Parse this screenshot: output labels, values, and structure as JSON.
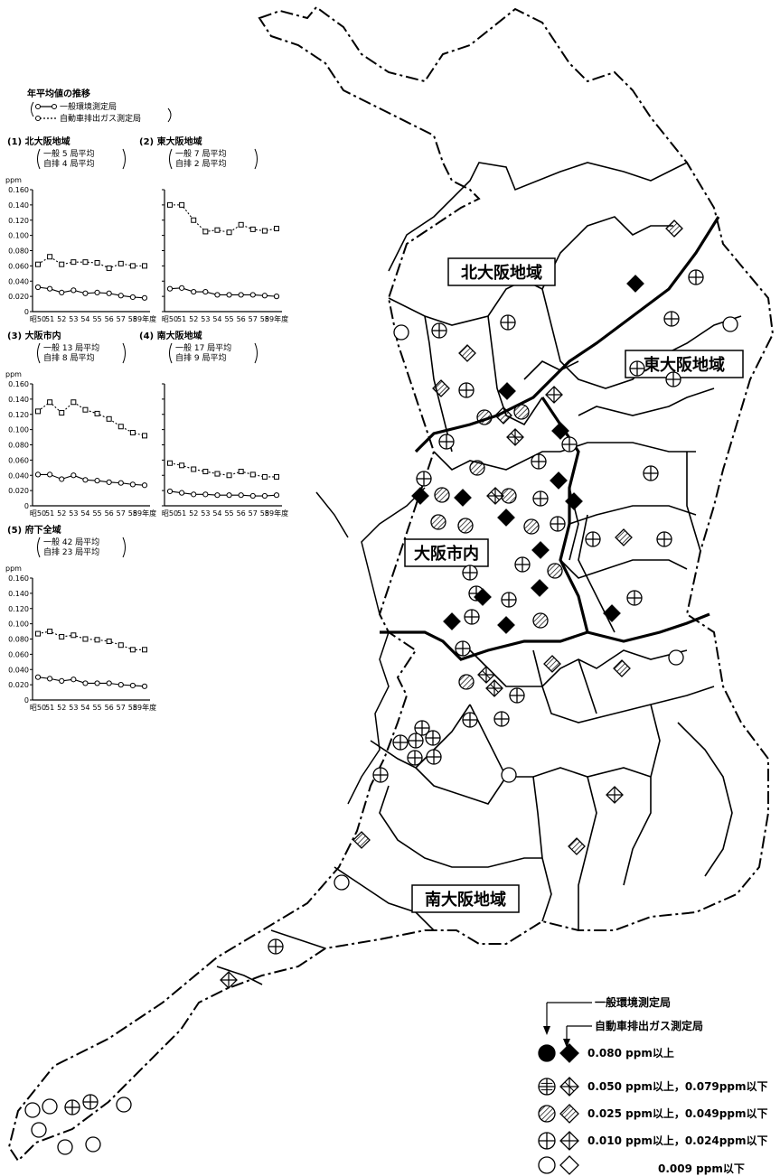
{
  "header": {
    "title": "年平均値の推移",
    "legend_general": "一般環境測定局",
    "legend_auto": "自動車排出ガス測定局"
  },
  "charts": {
    "unit": "ppm",
    "yticks": [
      "0.160",
      "0.140",
      "0.120",
      "0.100",
      "0.080",
      "0.060",
      "0.040",
      "0.020",
      "0"
    ],
    "xticks": [
      "昭50",
      "51",
      "52",
      "53",
      "54",
      "55",
      "56",
      "57",
      "58",
      "59年度"
    ]
  },
  "chart_data": [
    {
      "type": "line",
      "index": "(1)",
      "title": "北大阪地域",
      "note_line1": "一般 5 局平均",
      "note_line2": "自排 4 局平均",
      "x": [
        "昭50",
        "51",
        "52",
        "53",
        "54",
        "55",
        "56",
        "57",
        "58",
        "59年度"
      ],
      "ylim": [
        0,
        0.16
      ],
      "series": [
        {
          "name": "自動車排出ガス測定局",
          "values": [
            0.062,
            0.072,
            0.062,
            0.065,
            0.065,
            0.064,
            0.057,
            0.063,
            0.06,
            0.06
          ]
        },
        {
          "name": "一般環境測定局",
          "values": [
            0.032,
            0.03,
            0.025,
            0.028,
            0.024,
            0.025,
            0.024,
            0.021,
            0.019,
            0.018
          ]
        }
      ]
    },
    {
      "type": "line",
      "index": "(2)",
      "title": "東大阪地域",
      "note_line1": "一般 7 局平均",
      "note_line2": "自排 2 局平均",
      "x": [
        "昭50",
        "51",
        "52",
        "53",
        "54",
        "55",
        "56",
        "57",
        "58",
        "59年度"
      ],
      "ylim": [
        0,
        0.16
      ],
      "series": [
        {
          "name": "自動車排出ガス測定局",
          "values": [
            0.14,
            0.14,
            0.12,
            0.105,
            0.107,
            0.104,
            0.114,
            0.108,
            0.106,
            0.109
          ]
        },
        {
          "name": "一般環境測定局",
          "values": [
            0.03,
            0.031,
            0.026,
            0.026,
            0.022,
            0.022,
            0.022,
            0.022,
            0.021,
            0.02
          ]
        }
      ]
    },
    {
      "type": "line",
      "index": "(3)",
      "title": "大阪市内",
      "note_line1": "一般 13 局平均",
      "note_line2": "自排 8 局平均",
      "x": [
        "昭50",
        "51",
        "52",
        "53",
        "54",
        "55",
        "56",
        "57",
        "58",
        "59年度"
      ],
      "ylim": [
        0,
        0.16
      ],
      "series": [
        {
          "name": "自動車排出ガス測定局",
          "values": [
            0.124,
            0.136,
            0.122,
            0.136,
            0.126,
            0.121,
            0.114,
            0.104,
            0.096,
            0.092
          ]
        },
        {
          "name": "一般環境測定局",
          "values": [
            0.041,
            0.041,
            0.035,
            0.04,
            0.034,
            0.033,
            0.031,
            0.03,
            0.028,
            0.027
          ]
        }
      ]
    },
    {
      "type": "line",
      "index": "(4)",
      "title": "南大阪地域",
      "note_line1": "一般 17 局平均",
      "note_line2": "自排 9 局平均",
      "x": [
        "昭50",
        "51",
        "52",
        "53",
        "54",
        "55",
        "56",
        "57",
        "58",
        "59年度"
      ],
      "ylim": [
        0,
        0.16
      ],
      "series": [
        {
          "name": "自動車排出ガス測定局",
          "values": [
            0.056,
            0.053,
            0.048,
            0.045,
            0.042,
            0.04,
            0.045,
            0.041,
            0.038,
            0.038
          ]
        },
        {
          "name": "一般環境測定局",
          "values": [
            0.019,
            0.017,
            0.015,
            0.015,
            0.014,
            0.014,
            0.014,
            0.013,
            0.013,
            0.014
          ]
        }
      ]
    },
    {
      "type": "line",
      "index": "(5)",
      "title": "府下全域",
      "note_line1": "一般 42 局平均",
      "note_line2": "自排 23 局平均",
      "x": [
        "昭50",
        "51",
        "52",
        "53",
        "54",
        "55",
        "56",
        "57",
        "58",
        "59年度"
      ],
      "ylim": [
        0,
        0.16
      ],
      "series": [
        {
          "name": "自動車排出ガス測定局",
          "values": [
            0.087,
            0.09,
            0.083,
            0.085,
            0.08,
            0.079,
            0.077,
            0.072,
            0.066,
            0.066
          ]
        },
        {
          "name": "一般環境測定局",
          "values": [
            0.03,
            0.028,
            0.025,
            0.027,
            0.022,
            0.022,
            0.022,
            0.02,
            0.019,
            0.018
          ]
        }
      ]
    }
  ],
  "map": {
    "regions": [
      "北大阪地域",
      "東大阪地域",
      "大阪市内",
      "南大阪地域"
    ]
  },
  "legend": {
    "general_label": "一般環境測定局",
    "auto_label": "自動車排出ガス測定局",
    "classes": [
      {
        "key": "solid",
        "label": "0.080 ppm以上"
      },
      {
        "key": "cross",
        "label": "0.050 ppm以上，0.079ppm以下"
      },
      {
        "key": "hatch",
        "label": "0.025 ppm以上，0.049ppm以下"
      },
      {
        "key": "plus",
        "label": "0.010 ppm以上，0.024ppm以下"
      },
      {
        "key": "open",
        "label": "0.009 ppm以下"
      }
    ]
  }
}
